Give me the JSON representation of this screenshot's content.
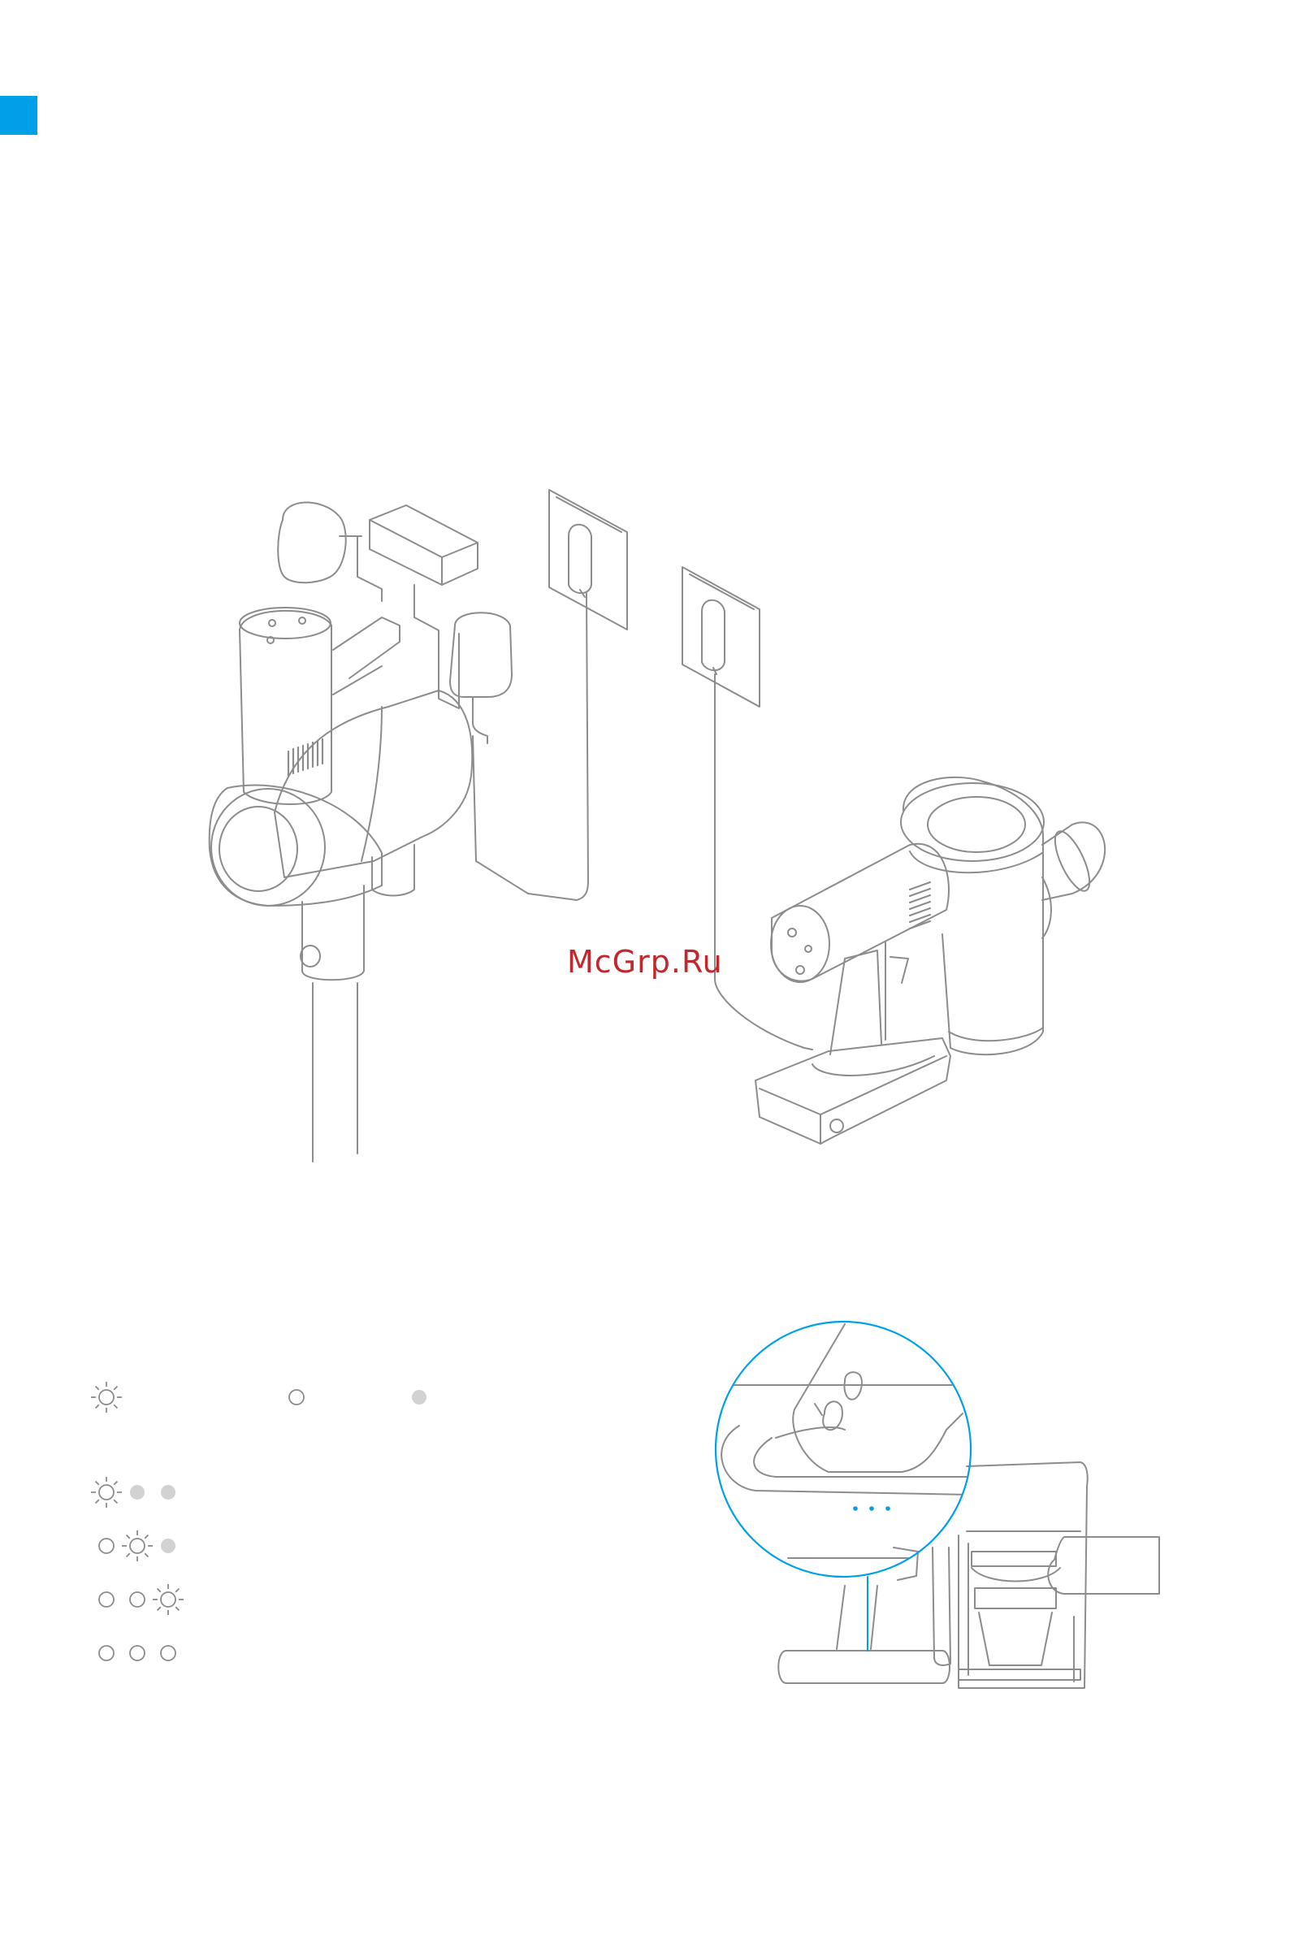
{
  "page": {
    "tab_color": "#00a0e9",
    "accent_circle_color": "#00a0e9",
    "line_color": "#8c8c8c",
    "watermark": {
      "text": "McGrp.Ru",
      "color": "#c0282d"
    }
  },
  "figures": {
    "wall_mounted_charging": {
      "icon": "vacuum-on-wall-mount-icon",
      "plug_icon": "wall-socket-adapter-icon"
    },
    "dock_charging": {
      "icon": "vacuum-on-charging-dock-icon",
      "plug_icon": "wall-socket-adapter-icon"
    },
    "indicator_zoom": {
      "icon": "battery-indicator-zoom-icon",
      "light_color": "#00a0e9"
    }
  },
  "legend": {
    "symbols": [
      {
        "icon": "light-flashing-icon"
      },
      {
        "icon": "light-off-icon"
      },
      {
        "icon": "light-on-icon"
      }
    ],
    "states": [
      [
        "flashing",
        "on",
        "on"
      ],
      [
        "off",
        "flashing",
        "on"
      ],
      [
        "off",
        "off",
        "flashing"
      ],
      [
        "off",
        "off",
        "off"
      ]
    ]
  }
}
